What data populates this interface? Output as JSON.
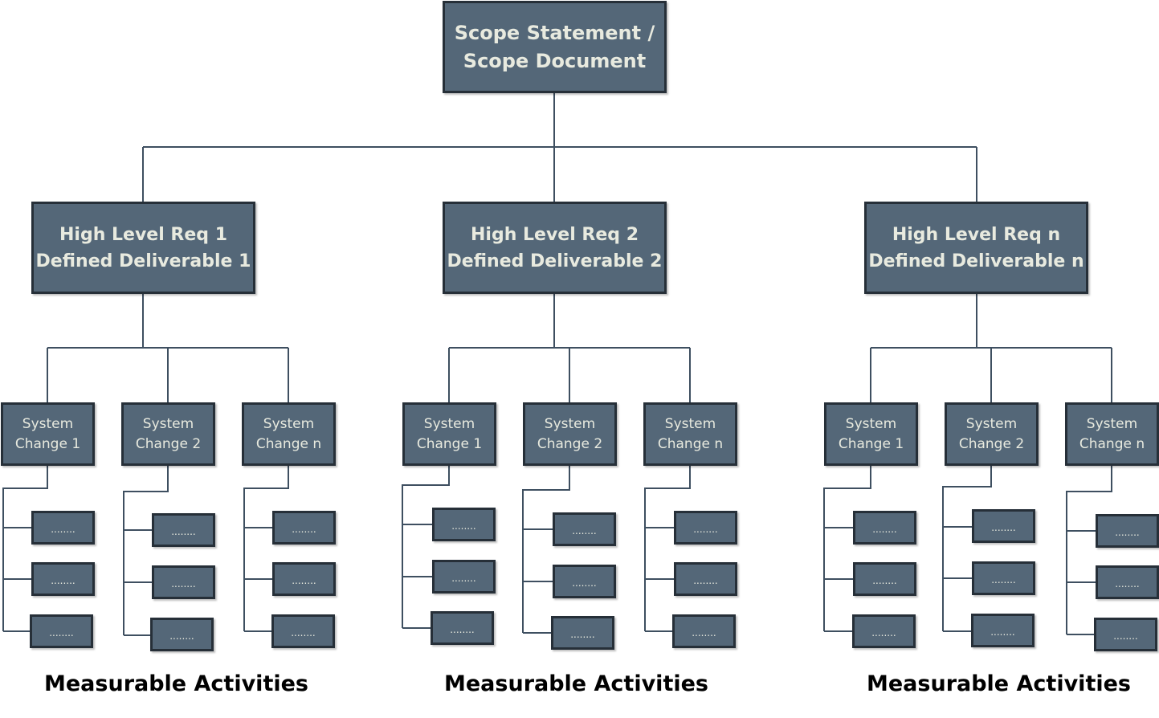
{
  "colors": {
    "box_fill": "#546778",
    "box_border": "#262f38",
    "box_text": "#e8eadf",
    "connector": "#3e4f60",
    "caption_text": "#000000"
  },
  "root": {
    "line1": "Scope Statement /",
    "line2": "Scope Document"
  },
  "branches": [
    {
      "title": "High Level Req 1",
      "deliverable": "Defined Deliverable 1",
      "caption": "Measurable Activities",
      "system_changes": [
        {
          "line1": "System",
          "line2": "Change 1",
          "activities": [
            "........",
            "........",
            "........"
          ]
        },
        {
          "line1": "System",
          "line2": "Change 2",
          "activities": [
            "........",
            "........",
            "........"
          ]
        },
        {
          "line1": "System",
          "line2": "Change n",
          "activities": [
            "........",
            "........",
            "........"
          ]
        }
      ]
    },
    {
      "title": "High Level Req 2",
      "deliverable": "Defined Deliverable 2",
      "caption": "Measurable Activities",
      "system_changes": [
        {
          "line1": "System",
          "line2": "Change 1",
          "activities": [
            "........",
            "........",
            "........"
          ]
        },
        {
          "line1": "System",
          "line2": "Change 2",
          "activities": [
            "........",
            "........",
            "........"
          ]
        },
        {
          "line1": "System",
          "line2": "Change n",
          "activities": [
            "........",
            "........",
            "........"
          ]
        }
      ]
    },
    {
      "title": "High Level Req n",
      "deliverable": "Defined Deliverable n",
      "caption": "Measurable Activities",
      "system_changes": [
        {
          "line1": "System",
          "line2": "Change 1",
          "activities": [
            "........",
            "........",
            "........"
          ]
        },
        {
          "line1": "System",
          "line2": "Change 2",
          "activities": [
            "........",
            "........",
            "........"
          ]
        },
        {
          "line1": "System",
          "line2": "Change n",
          "activities": [
            "........",
            "........",
            "........"
          ]
        }
      ]
    }
  ]
}
